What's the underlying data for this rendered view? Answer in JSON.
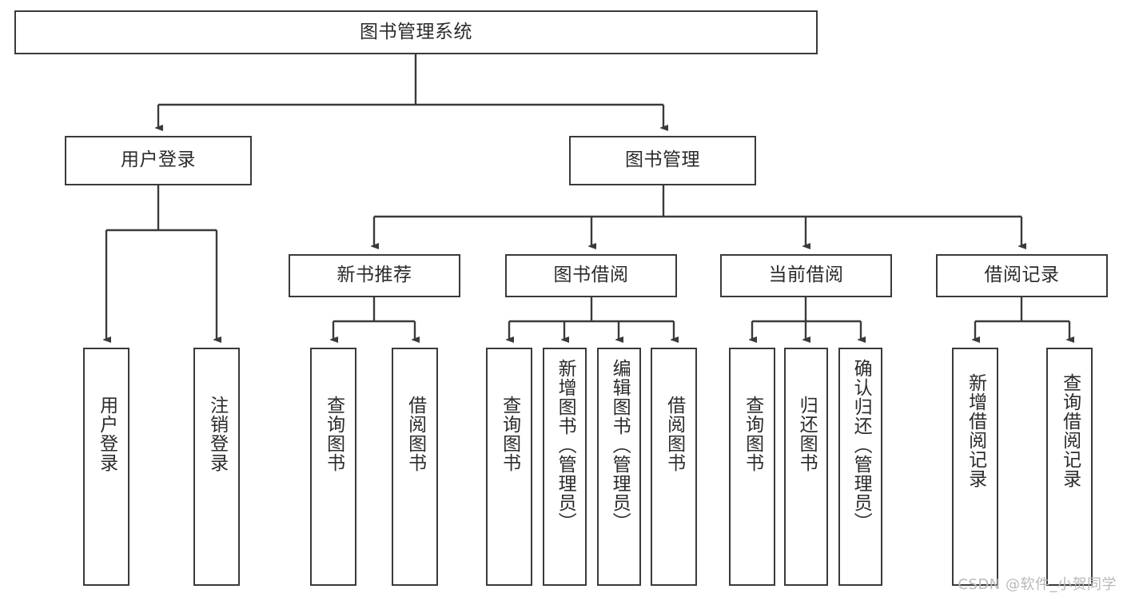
{
  "diagram": {
    "title": "图书管理系统",
    "type": "tree",
    "root": {
      "label": "图书管理系统"
    },
    "level2": [
      {
        "label": "用户登录"
      },
      {
        "label": "图书管理"
      }
    ],
    "level3": [
      {
        "label": "新书推荐"
      },
      {
        "label": "图书借阅"
      },
      {
        "label": "当前借阅"
      },
      {
        "label": "借阅记录"
      }
    ],
    "leaves": {
      "user_login": [
        {
          "label": "用户登录"
        },
        {
          "label": "注销登录"
        }
      ],
      "new_book_recommend": [
        {
          "label": "查询图书"
        },
        {
          "label": "借阅图书"
        }
      ],
      "book_borrow": [
        {
          "label": "查询图书"
        },
        {
          "label": "新增图书（管理员）"
        },
        {
          "label": "编辑图书（管理员）"
        },
        {
          "label": "借阅图书"
        }
      ],
      "current_borrow": [
        {
          "label": "查询图书"
        },
        {
          "label": "归还图书"
        },
        {
          "label": "确认归还（管理员）"
        }
      ],
      "borrow_record": [
        {
          "label": "新增借阅记录"
        },
        {
          "label": "查询借阅记录"
        }
      ]
    }
  },
  "watermark": {
    "text": "CSDN @软件_小贺同学"
  },
  "colors": {
    "border": "#3a3a3a",
    "text": "#2b2b2b",
    "background": "#ffffff",
    "watermark": "#b9b9b9"
  }
}
